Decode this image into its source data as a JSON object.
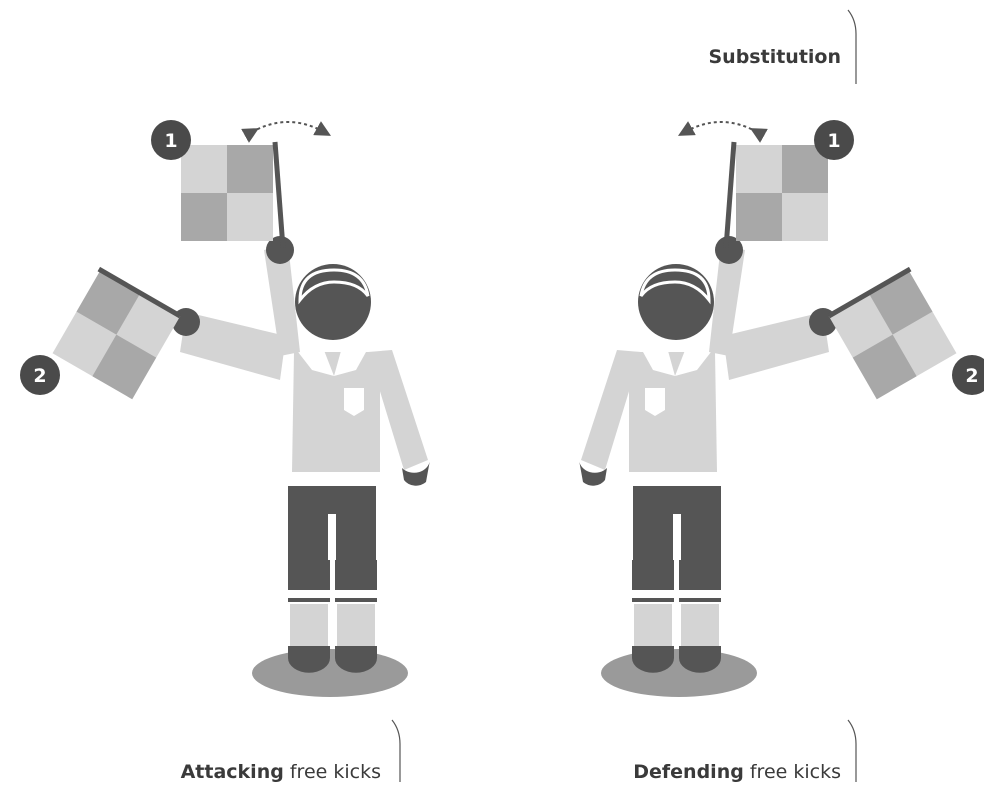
{
  "captions": {
    "substitution": {
      "bold": "Substitution",
      "rest": ""
    },
    "attacking": {
      "bold": "Attacking",
      "rest": " free kicks"
    },
    "defending": {
      "bold": "Defending",
      "rest": " free kicks"
    }
  },
  "badges": {
    "left_flag_1": "1",
    "left_flag_2": "2",
    "right_flag_1": "1",
    "right_flag_2": "2"
  },
  "colors": {
    "dark": "#555555",
    "light": "#d4d4d4",
    "mid": "#a8a8a8",
    "badge": "#4a4a4a",
    "shadow": "#9a9a9a"
  }
}
